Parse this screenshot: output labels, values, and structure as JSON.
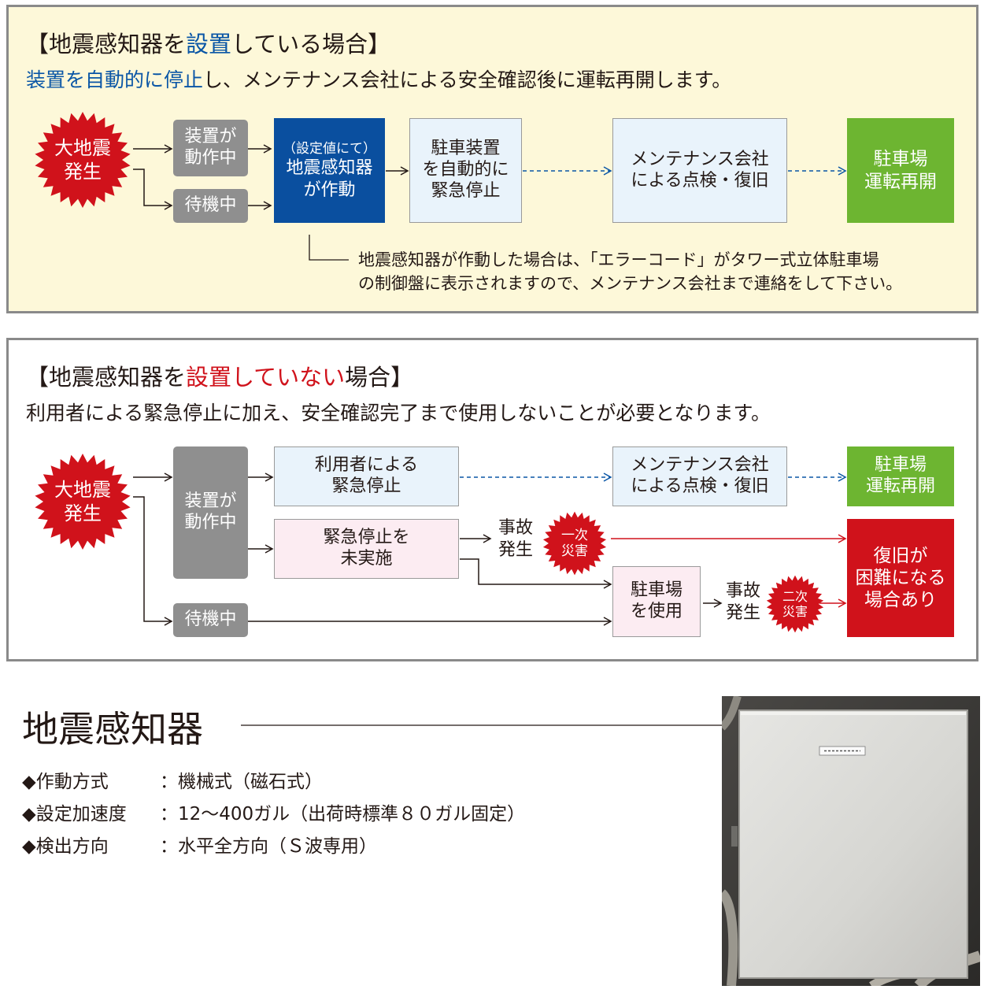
{
  "panel_installed": {
    "title_prefix": "【地震感知器を",
    "title_highlight": "設置",
    "title_suffix": "している場合】",
    "subtitle_highlight": "装置を自動的に停止",
    "subtitle_rest": "し、メンテナンス会社による安全確認後に運転再開します。",
    "burst": "大地震\n発生",
    "operating": "装置が\n動作中",
    "standby": "待機中",
    "sensor_small": "（設定値にて）",
    "sensor_main": "地震感知器\nが作動",
    "auto_stop": "駐車装置\nを自動的に\n緊急停止",
    "maintenance": "メンテナンス会社\nによる点検・復旧",
    "restart": "駐車場\n運転再開",
    "note_line1": "地震感知器が作動した場合は、「エラーコード」がタワー式立体駐車場",
    "note_line2": "の制御盤に表示されますので、メンテナンス会社まで連絡をして下さい。"
  },
  "panel_not_installed": {
    "title_prefix": "【地震感知器を",
    "title_highlight": "設置していない",
    "title_suffix": "場合】",
    "subtitle": "利用者による緊急停止に加え、安全確認完了まで使用しないことが必要となります。",
    "burst": "大地震\n発生",
    "operating": "装置が\n動作中",
    "standby": "待機中",
    "user_stop": "利用者による\n緊急停止",
    "no_stop": "緊急停止を\n未実施",
    "accident1": "事故\n発生",
    "primary_disaster": "一次\n災害",
    "maintenance": "メンテナンス会社\nによる点検・復旧",
    "restart": "駐車場\n運転再開",
    "use_parking": "駐車場\nを使用",
    "accident2": "事故\n発生",
    "secondary_disaster": "二次\n災害",
    "difficult": "復旧が\n困難になる\n場合あり"
  },
  "sensor_spec": {
    "title": "地震感知器",
    "rows": [
      {
        "label": "◆作動方式",
        "value": "：機械式（磁石式）"
      },
      {
        "label": "◆設定加速度",
        "value": "：12～400ガル（出荷時標準８０ガル固定）"
      },
      {
        "label": "◆検出方向",
        "value": "：水平全方向（Ｓ波専用）"
      }
    ],
    "photo_label": "地震感知器"
  },
  "colors": {
    "accent_blue": "#0a56a6",
    "accent_red": "#d0121b",
    "sensor_box": "#0a4f9f",
    "restart_green": "#6db531",
    "gray_box": "#8f8f8f",
    "panel1_bg": "#fdf8d9"
  }
}
